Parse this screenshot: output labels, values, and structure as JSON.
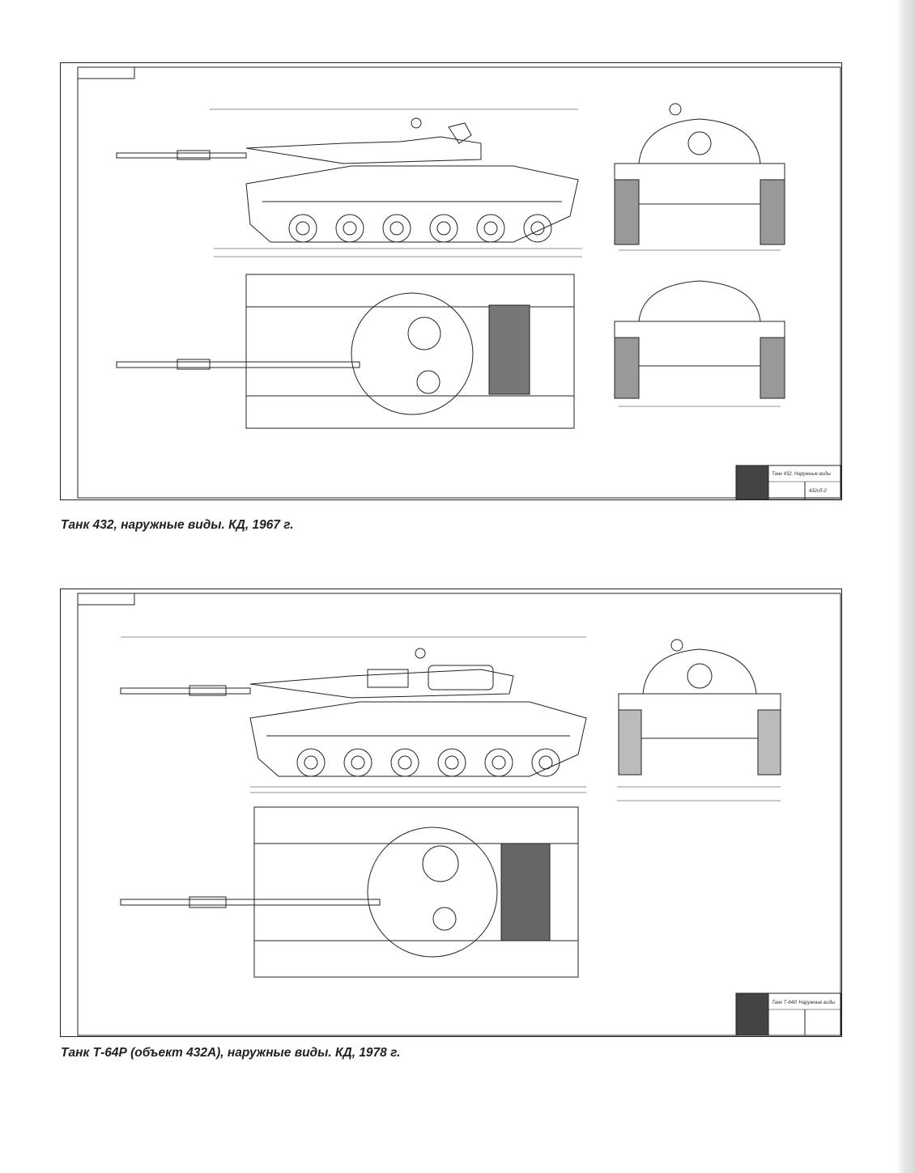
{
  "sheets": [
    {
      "caption": "Танк 432, наружные виды. КД, 1967 г.",
      "title_block": {
        "name": "Танк 432. Наружные виды",
        "code": "432сб-2"
      }
    },
    {
      "caption": "Танк Т-64Р (объект 432А), наружные виды. КД, 1978 г.",
      "title_block": {
        "name": "Танк Т-64Р. Наружные виды",
        "code": ""
      }
    }
  ],
  "colors": {
    "ink": "#222222",
    "paper": "#ffffff"
  }
}
